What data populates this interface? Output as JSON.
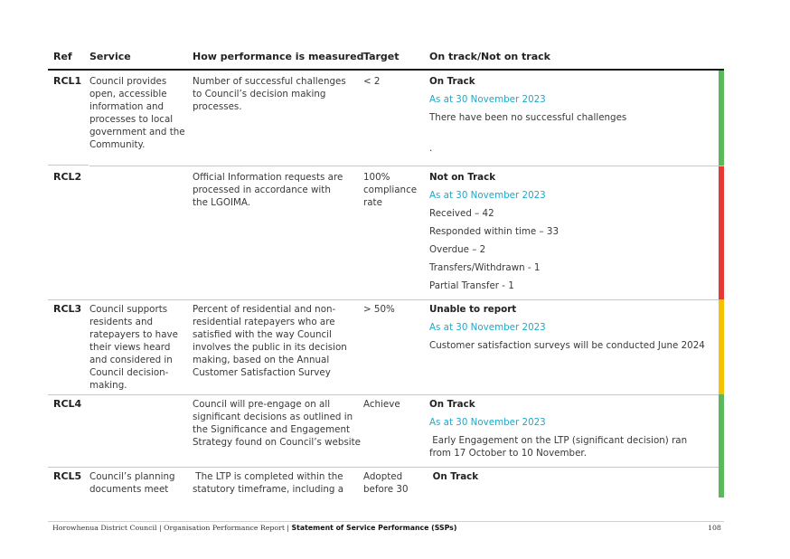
{
  "headers": {
    "ref": "Ref",
    "service": "Service",
    "measure": "How performance is measured",
    "target": "Target",
    "status": "On track/Not on track"
  },
  "colors": {
    "green": "#5cb85c",
    "red": "#e53935",
    "amber": "#f5c200",
    "as_at": "#1fa9c9"
  },
  "rows": [
    {
      "ref": "RCL1",
      "service": "Council provides open, accessible information and processes to local government and the Community.",
      "measure": "Number of successful challenges to Council’s decision making processes.",
      "target": "< 2",
      "status": "On Track",
      "as_at": "As at 30 November 2023",
      "details": [
        "There have been no successful challenges",
        "."
      ],
      "indicator": "green"
    },
    {
      "ref": "RCL2",
      "service": "",
      "measure": "Official Information requests are processed in accordance with the LGOIMA.",
      "target": "100% compliance rate",
      "status": "Not on Track",
      "as_at": "As at 30 November 2023",
      "details": [
        "Received – 42",
        "Responded within time – 33",
        "Overdue – 2",
        "Transfers/Withdrawn - 1",
        "Partial Transfer - 1"
      ],
      "indicator": "red"
    },
    {
      "ref": "RCL3",
      "service": "Council supports residents and ratepayers to have their views heard and considered in Council decision-making.",
      "measure": "Percent of residential and non-residential ratepayers who are satisfied with the way Council involves the public in its decision making, based on the Annual Customer Satisfaction Survey",
      "target": "> 50%",
      "status": "Unable to report",
      "as_at": "As at 30 November 2023",
      "details": [
        "Customer satisfaction surveys will be conducted June 2024"
      ],
      "indicator": "amber"
    },
    {
      "ref": "RCL4",
      "service": "",
      "measure": "Council will pre-engage on all significant decisions as outlined in the Significance and Engagement Strategy  found on Council’s website",
      "target": "Achieve",
      "status": "On Track",
      "as_at": "As at 30 November 2023",
      "details": [
        " Early Engagement on the LTP (significant decision) ran from 17 October to 10 November."
      ],
      "indicator": "green"
    },
    {
      "ref": "RCL5",
      "service": "Council’s planning documents meet",
      "measure": " The LTP is completed within the statutory timeframe, including a",
      "target": "Adopted before 30",
      "status": " On Track",
      "indicator": "green"
    }
  ],
  "footer": {
    "org": "Horowhenua District Council | Organisation Performance Report | ",
    "section": "Statement of Service Performance (SSPs)",
    "page": "108"
  }
}
